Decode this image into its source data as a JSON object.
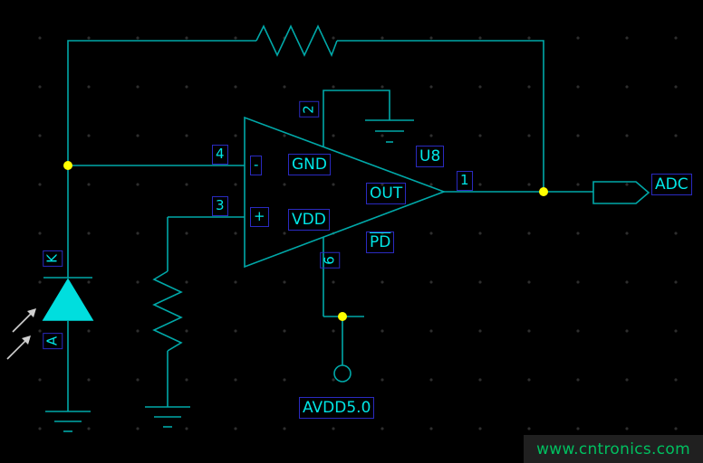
{
  "colors": {
    "background": "#000000",
    "grid_dot": "#2e2e2e",
    "wire": "#00a8a8",
    "label_text": "#00e6e6",
    "label_box": "#2a2ac0",
    "junction": "#ffff00",
    "diode_fill": "#00dede",
    "light_arrow": "#d0d0d0",
    "watermark": "#00c060"
  },
  "opamp": {
    "designator": "U8",
    "pins": {
      "out_number": "1",
      "top_number": "2",
      "noninv_number": "3",
      "inv_number": "4",
      "bottom_number": "6"
    },
    "pin_names": {
      "inv": "GND",
      "noninv": "VDD",
      "out": "OUT",
      "bottom": "PD"
    },
    "inv_mark": "-",
    "noninv_mark": "+"
  },
  "photodiode": {
    "cathode": "K",
    "anode": "A"
  },
  "power": {
    "net": "AVDD5.0"
  },
  "port": {
    "label": "ADC"
  },
  "watermark": {
    "text": "www.cntronics.com"
  }
}
